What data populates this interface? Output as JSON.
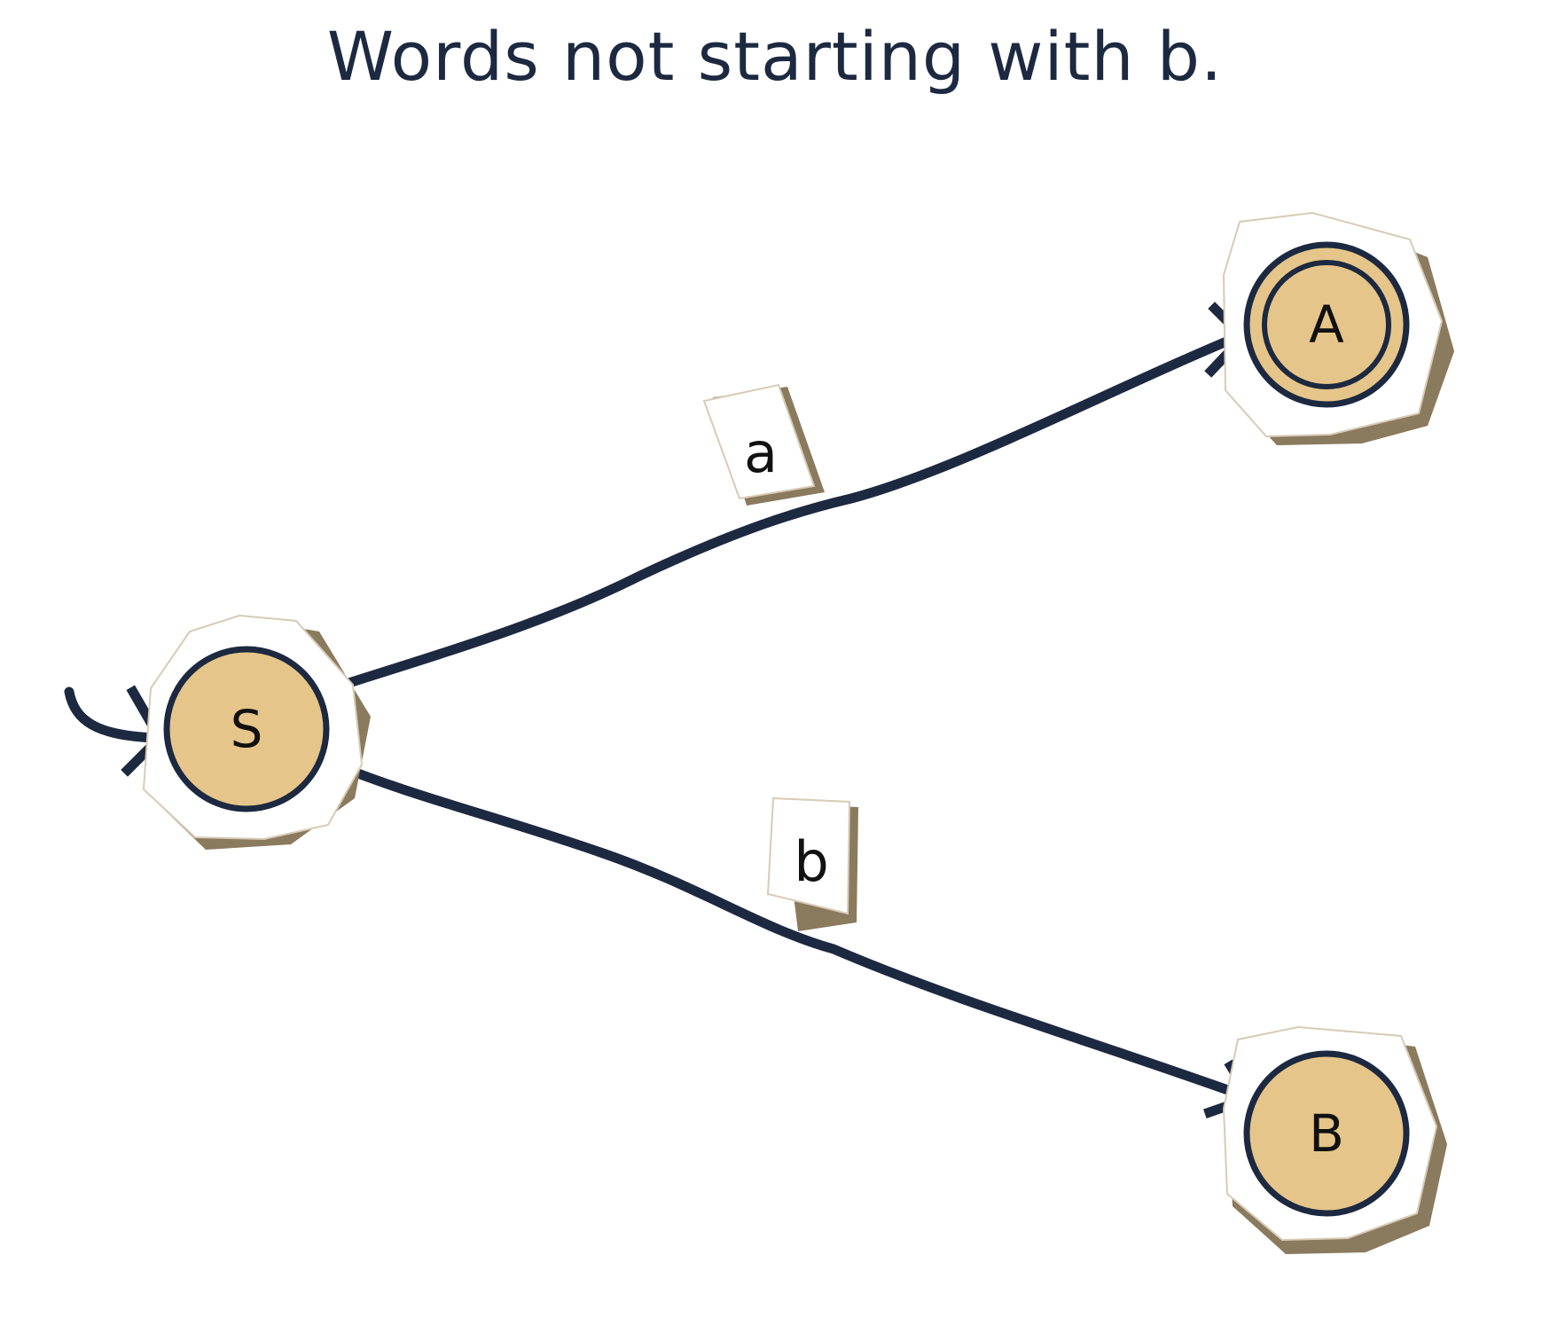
{
  "title": "Words not starting with b.",
  "colors": {
    "ink": "#1c2940",
    "state_fill": "#e6c58a",
    "paper": "#ffffff",
    "paper_shadow": "#8a7a5e"
  },
  "diagram": {
    "type": "finite-automaton",
    "states": [
      {
        "id": "S",
        "label": "S",
        "initial": true,
        "accepting": false
      },
      {
        "id": "A",
        "label": "A",
        "initial": false,
        "accepting": true
      },
      {
        "id": "B",
        "label": "B",
        "initial": false,
        "accepting": false
      }
    ],
    "transitions": [
      {
        "from": "S",
        "to": "A",
        "label": "a"
      },
      {
        "from": "S",
        "to": "B",
        "label": "b"
      }
    ]
  }
}
